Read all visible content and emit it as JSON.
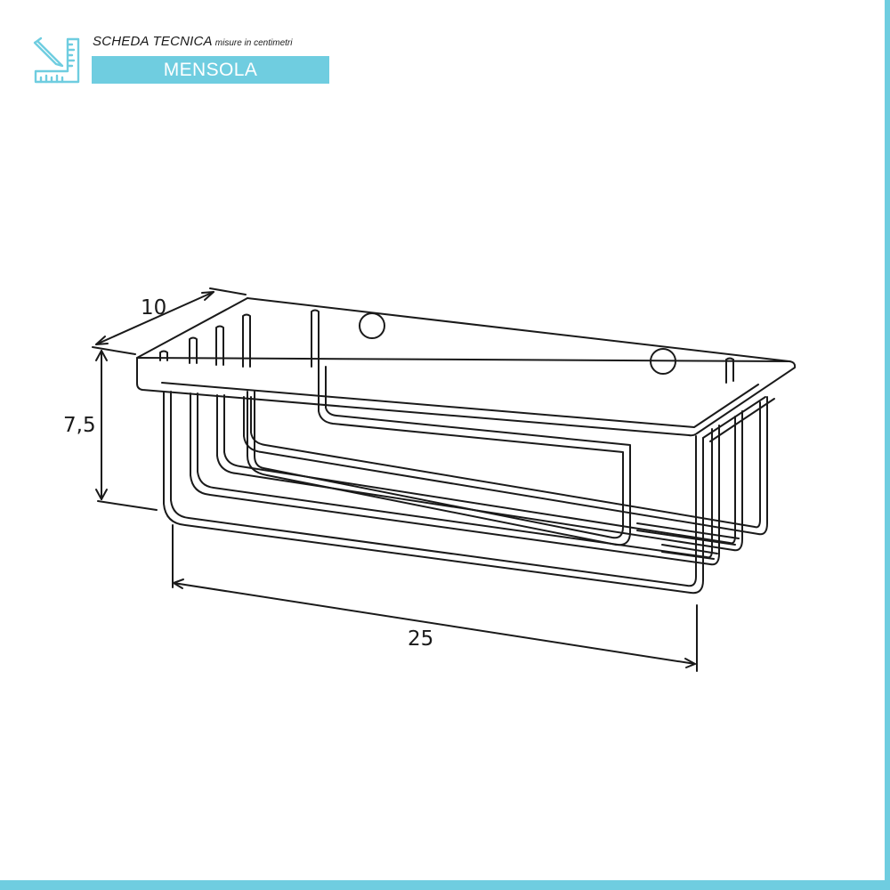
{
  "header": {
    "title": "SCHEDA TECNICA",
    "subtitle": "misure in centimetri",
    "product": "MENSOLA"
  },
  "icon": "ruler-pencil-icon",
  "colors": {
    "accent": "#6fcde0",
    "line": "#1a1a1a"
  },
  "dimensions": {
    "depth": "10",
    "height": "7,5",
    "width": "25"
  }
}
